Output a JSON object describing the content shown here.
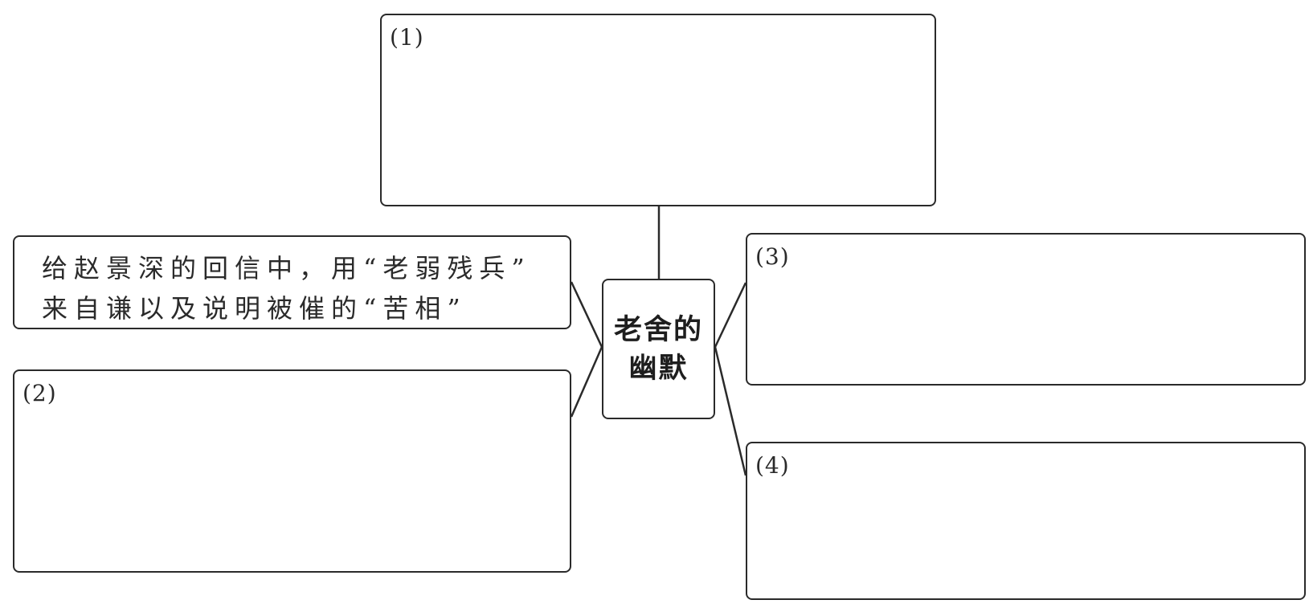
{
  "diagram": {
    "center": {
      "line1": "老舍的",
      "line2": "幽默"
    },
    "boxes": {
      "box1": {
        "label": "(1)"
      },
      "box2": {
        "label": "(2)"
      },
      "box3": {
        "label": "(3)"
      },
      "box4": {
        "label": "(4)"
      },
      "given": {
        "line1": "给赵景深的回信中，用“老弱残兵”",
        "line2": "来自谦以及说明被催的“苦相”"
      }
    }
  }
}
